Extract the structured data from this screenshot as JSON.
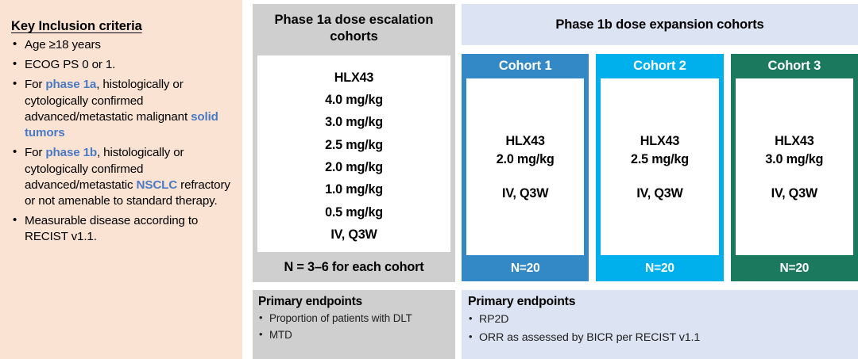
{
  "colors": {
    "pink_panel": "#fae3d3",
    "gray_panel": "#cfcfcf",
    "light_blue_panel": "#dce3f2",
    "accent_blue_text": "#4a7ac4",
    "cohort1": "#3389c6",
    "cohort2": "#00b0ec",
    "cohort3": "#1b7a5d",
    "white": "#ffffff"
  },
  "inclusion": {
    "title": "Key Inclusion criteria",
    "items": [
      {
        "parts": [
          {
            "t": "Age ≥18 years",
            "hl": false
          }
        ]
      },
      {
        "parts": [
          {
            "t": "ECOG PS 0 or 1.",
            "hl": false
          }
        ]
      },
      {
        "parts": [
          {
            "t": "For ",
            "hl": false
          },
          {
            "t": "phase 1a",
            "hl": true
          },
          {
            "t": ", histologically or cytologically confirmed advanced/metastatic malignant ",
            "hl": false
          },
          {
            "t": "solid tumors",
            "hl": true
          }
        ]
      },
      {
        "parts": [
          {
            "t": "For ",
            "hl": false
          },
          {
            "t": "phase 1b",
            "hl": true
          },
          {
            "t": ", histologically or cytologically confirmed advanced/metastatic ",
            "hl": false
          },
          {
            "t": "NSCLC",
            "hl": true
          },
          {
            "t": " refractory or not amenable to standard therapy.",
            "hl": false
          }
        ]
      },
      {
        "parts": [
          {
            "t": "Measurable disease according to RECIST v1.1.",
            "hl": false
          }
        ]
      }
    ]
  },
  "escalation": {
    "header": "Phase 1a dose escalation cohorts",
    "drug": "HLX43",
    "doses": [
      "4.0 mg/kg",
      "3.0 mg/kg",
      "2.5 mg/kg",
      "2.0 mg/kg",
      "1.0 mg/kg",
      "0.5 mg/kg"
    ],
    "route": "IV, Q3W",
    "n_label": "N = 3–6 for each cohort",
    "endpoints": {
      "title": "Primary endpoints",
      "items": [
        "Proportion of patients with DLT",
        "MTD"
      ]
    }
  },
  "expansion": {
    "header": "Phase 1b dose expansion cohorts",
    "cohorts": [
      {
        "title": "Cohort 1",
        "drug": "HLX43",
        "dose": "2.0 mg/kg",
        "route": "IV, Q3W",
        "n_label": "N=20",
        "color": "#3389c6"
      },
      {
        "title": "Cohort 2",
        "drug": "HLX43",
        "dose": "2.5 mg/kg",
        "route": "IV, Q3W",
        "n_label": "N=20",
        "color": "#00b0ec"
      },
      {
        "title": "Cohort 3",
        "drug": "HLX43",
        "dose": "3.0 mg/kg",
        "route": "IV, Q3W",
        "n_label": "N=20",
        "color": "#1b7a5d"
      }
    ],
    "endpoints": {
      "title": "Primary endpoints",
      "items": [
        "RP2D",
        "ORR as assessed by BICR per RECIST v1.1"
      ]
    }
  }
}
